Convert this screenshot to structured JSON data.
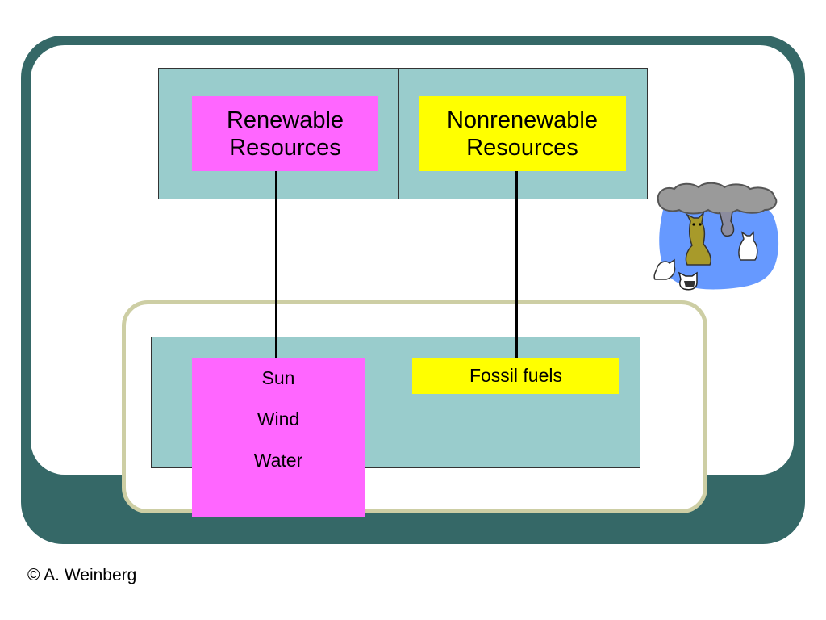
{
  "renewable": {
    "header_line1": "Renewable",
    "header_line2": "Resources",
    "items": [
      "Sun",
      "Wind",
      "Water"
    ]
  },
  "nonrenewable": {
    "header_line1": "Nonrenewable",
    "header_line2": "Resources",
    "items": [
      "Fossil fuels"
    ]
  },
  "illustration": {
    "icon": "raining-cats-and-dogs-icon"
  },
  "footer": {
    "copyright": "© A. Weinberg"
  },
  "colors": {
    "frame": "#356867",
    "panel": "#99cccc",
    "renewable": "#ff66ff",
    "nonrenewable": "#ffff00",
    "content_border": "#cdcea4"
  }
}
